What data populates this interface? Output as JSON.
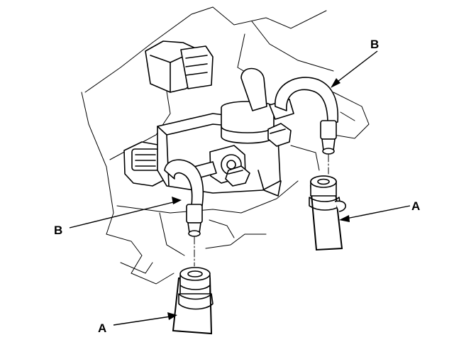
{
  "labels": {
    "hose_upper": "A",
    "hose_lower": "A",
    "tube_upper": "B",
    "tube_lower": "B"
  }
}
